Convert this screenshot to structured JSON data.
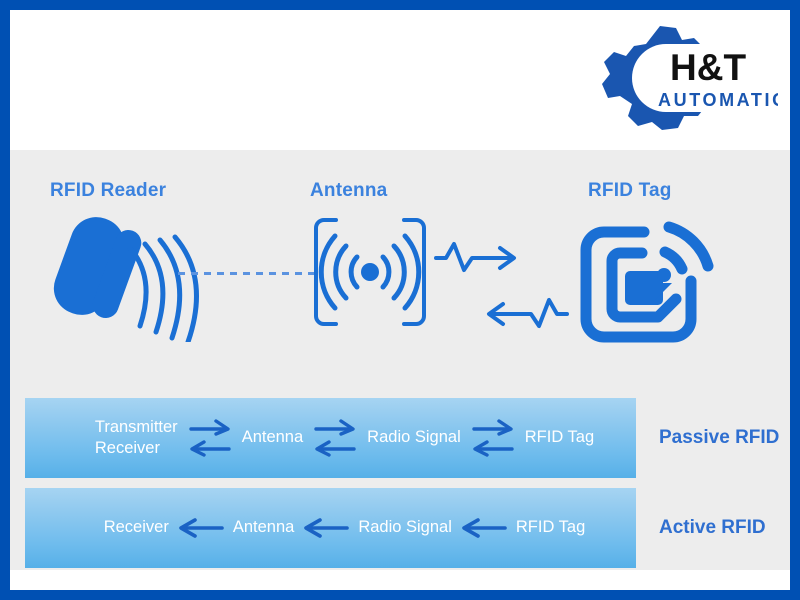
{
  "page": {
    "border_color": "#0050b3",
    "panel_bg": "#ededed",
    "accent_blue": "#1a6fd4",
    "heading_blue": "#3b82de",
    "label_blue": "#2f6fd0"
  },
  "logo": {
    "brand": "H&T",
    "tagline": "AUTOMATION",
    "gear_color": "#1a56b0",
    "text_color": "#111111"
  },
  "diagram": {
    "headings": [
      {
        "id": "reader",
        "label": "RFID Reader"
      },
      {
        "id": "antenna",
        "label": "Antenna"
      },
      {
        "id": "tag",
        "label": "RFID Tag"
      }
    ],
    "icons": [
      {
        "id": "rfid-reader-icon",
        "name": "rfid-reader-icon"
      },
      {
        "id": "antenna-icon",
        "name": "antenna-icon"
      },
      {
        "id": "signal-wave-icon",
        "name": "signal-wave-arrows-icon"
      },
      {
        "id": "rfid-tag-icon",
        "name": "rfid-tag-icon"
      }
    ]
  },
  "flows": [
    {
      "id": "passive",
      "side_label": "Passive RFID",
      "nodes": [
        {
          "line1": "Transmitter",
          "line2": "Receiver"
        },
        {
          "line1": "Antenna",
          "line2": ""
        },
        {
          "line1": "Radio Signal",
          "line2": ""
        },
        {
          "line1": "RFID Tag",
          "line2": ""
        }
      ],
      "arrows": [
        "bidirectional",
        "bidirectional",
        "bidirectional"
      ],
      "bar_gradient_top": "#a6d4f2",
      "bar_gradient_bottom": "#56b0e8",
      "arrow_color": "#1a62c4"
    },
    {
      "id": "active",
      "side_label": "Active RFID",
      "nodes": [
        {
          "line1": "Receiver",
          "line2": ""
        },
        {
          "line1": "Antenna",
          "line2": ""
        },
        {
          "line1": "Radio Signal",
          "line2": ""
        },
        {
          "line1": "RFID Tag",
          "line2": ""
        }
      ],
      "arrows": [
        "left",
        "left",
        "left"
      ],
      "bar_gradient_top": "#a6d4f2",
      "bar_gradient_bottom": "#56b0e8",
      "arrow_color": "#1a62c4"
    }
  ]
}
